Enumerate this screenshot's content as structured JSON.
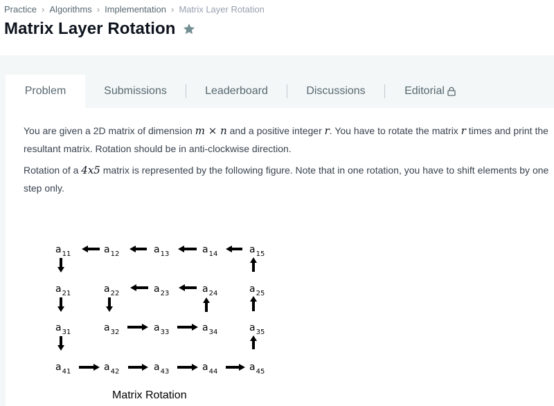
{
  "breadcrumb": {
    "items": [
      "Practice",
      "Algorithms",
      "Implementation"
    ],
    "current": "Matrix Layer Rotation"
  },
  "header": {
    "title": "Matrix Layer Rotation",
    "star_icon": "star-icon"
  },
  "tabs": [
    {
      "label": "Problem",
      "active": true
    },
    {
      "label": "Submissions"
    },
    {
      "label": "Leaderboard"
    },
    {
      "label": "Discussions"
    },
    {
      "label": "Editorial",
      "icon": "lock-icon"
    }
  ],
  "problem": {
    "p1": {
      "t1": "You are given a 2D matrix of dimension ",
      "m1": "m",
      "m2": " × ",
      "m3": "n",
      "t2": " and a positive integer ",
      "m4": "r",
      "t3": ". You have to rotate the matrix ",
      "m5": "r",
      "t4": " times and print the resultant matrix. Rotation should be in anti-clockwise direction."
    },
    "p2": {
      "t1": "Rotation of a ",
      "m1": "4x5",
      "t2": " matrix is represented by the following figure. Note that in one rotation, you have to shift elements by one step only."
    }
  },
  "figure": {
    "caption": "Matrix Rotation",
    "letter": "a",
    "rows": [
      [
        "11",
        "12",
        "13",
        "14",
        "15"
      ],
      [
        "21",
        "22",
        "23",
        "24",
        "25"
      ],
      [
        "31",
        "32",
        "33",
        "34",
        "35"
      ],
      [
        "41",
        "42",
        "43",
        "44",
        "45"
      ]
    ]
  },
  "colors": {
    "title": "#0e141e",
    "text": "#39424e",
    "muted": "#576871",
    "band": "#f3f7f7"
  }
}
